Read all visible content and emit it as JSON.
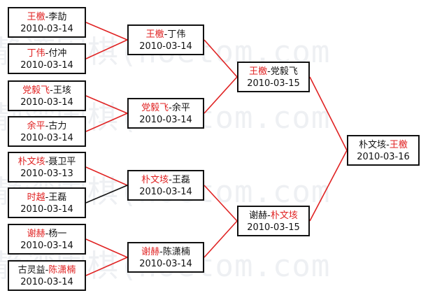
{
  "watermark_text": "静湾围棋(hoetom.com",
  "colors": {
    "winner": "#e02222",
    "loser": "#111111",
    "winner_link": "#e02222",
    "loser_link": "#111111"
  },
  "rounds": [
    {
      "matches": [
        {
          "p1": "王檄",
          "p2": "李劼",
          "winner": 1,
          "date": "2010-03-14"
        },
        {
          "p1": "丁伟",
          "p2": "付冲",
          "winner": 1,
          "date": "2010-03-14"
        },
        {
          "p1": "党毅飞",
          "p2": "王垓",
          "winner": 1,
          "date": "2010-03-14"
        },
        {
          "p1": "余平",
          "p2": "古力",
          "winner": 1,
          "date": "2010-03-14"
        },
        {
          "p1": "朴文垓",
          "p2": "聂卫平",
          "winner": 1,
          "date": "2010-03-13"
        },
        {
          "p1": "时越",
          "p2": "王磊",
          "winner": 1,
          "date": "2010-03-14"
        },
        {
          "p1": "谢赫",
          "p2": "杨一",
          "winner": 1,
          "date": "2010-03-14"
        },
        {
          "p1": "古灵益",
          "p2": "陈潇楠",
          "winner": 2,
          "date": "2010-03-14"
        }
      ]
    },
    {
      "matches": [
        {
          "p1": "王檄",
          "p2": "丁伟",
          "winner": 1,
          "date": "2010-03-14"
        },
        {
          "p1": "党毅飞",
          "p2": "余平",
          "winner": 1,
          "date": "2010-03-14"
        },
        {
          "p1": "朴文垓",
          "p2": "王磊",
          "winner": 1,
          "date": "2010-03-14"
        },
        {
          "p1": "谢赫",
          "p2": "陈潇楠",
          "winner": 1,
          "date": "2010-03-14"
        }
      ]
    },
    {
      "matches": [
        {
          "p1": "王檄",
          "p2": "党毅飞",
          "winner": 1,
          "date": "2010-03-15"
        },
        {
          "p1": "谢赫",
          "p2": "朴文垓",
          "winner": 2,
          "date": "2010-03-15"
        }
      ]
    },
    {
      "matches": [
        {
          "p1": "朴文垓",
          "p2": "王檄",
          "winner": 2,
          "date": "2010-03-16"
        }
      ]
    }
  ],
  "feeder_results": [
    [
      true,
      true,
      true,
      true,
      true,
      false,
      true,
      true
    ],
    [
      true,
      true,
      true,
      true
    ],
    [
      true,
      true
    ]
  ]
}
